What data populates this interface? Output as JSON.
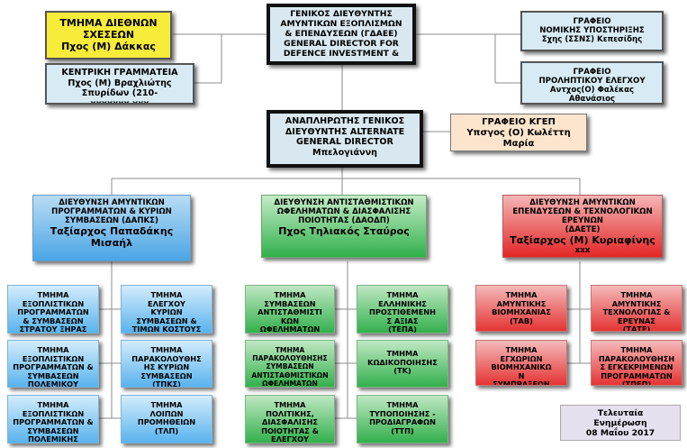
{
  "general_director": {
    "lines": [
      "ΓΕΝΙΚΟΣ ΔΙΕΥΘΥΝΤΗΣ",
      "ΑΜΥΝΤΙΚΩΝ ΕΞΟΠΛΙΣΜΩΝ",
      "& ΕΠΕΝΔΥΣΕΩΝ (ΓΔΑΕΕ)",
      "GENERAL DIRECTOR FOR",
      "DEFENCE INVESTMENT &"
    ]
  },
  "intl_relations": {
    "lines": [
      "ΤΜΗΜΑ ΔΙΕΘΝΩΝ",
      "ΣΧΕΣΕΩΝ",
      "Πχος (Μ) Δάκκας"
    ]
  },
  "central_secretariat": {
    "lines": [
      "ΚΕΝΤΡΙΚΗ ΓΡΑΜΜΑΤΕΙΑ",
      "Πχος (Μ) Βραχλιώτης",
      "Σπυρίδων      (210-",
      "xxxxxxx  xxx"
    ]
  },
  "legal_office": {
    "lines": [
      "ΓΡΑΦΕΙΟ",
      "ΝΟΜΙΚΗΣ ΥΠΟΣΤΗΡΙΞΗΣ",
      "Σχης (ΣΣΝΣ) Κεπεσίδης"
    ]
  },
  "preventive_control": {
    "lines": [
      "ΓΡΑΦΕΙΟ",
      "ΠΡΟΛΗΠΤΙΚΟΥ ΕΛΕΓΧΟΥ",
      "Αντχος(Ο)  Φαλέκας",
      "Αθανάσιος"
    ]
  },
  "alternate_director": {
    "lines": [
      "ΑΝΑΠΛΗΡΩΤΗΣ ΓΕΝΙΚΟΣ",
      "ΔΙΕΥΘΥΝΤΗΣ ALTERNATE",
      "GENERAL DIRECTOR",
      "Μπελογιάννη"
    ]
  },
  "kgep_office": {
    "lines": [
      "ΓΡΑΦΕΙΟ ΚΓΕΠ",
      "Υπσγος (Ο) Κωλέττη",
      "Μαρία"
    ]
  },
  "dapks": {
    "lines": [
      "ΔΙΕΥΘΥΝΣΗ ΑΜΥΝΤΙΚΩΝ",
      "ΠΡΟΓΡΑΜΜΑΤΩΝ & ΚΥΡΙΩΝ",
      "ΣΥΜΒΑΣΕΩΝ (ΔΑΠΚΣ)",
      "Ταξίαρχος Παπαδάκης",
      "Μισαήλ"
    ]
  },
  "daodp": {
    "lines": [
      "ΔΙΕΥΘΥΝΣΗ ΑΝΤΙΣΤΑΘΜΙΣΤΙΚΩΝ",
      "ΩΦΕΛΗΜΑΤΩΝ & ΔΙΑΣΦΑΛΙΣΗΣ",
      "ΠΟΙΟΤΗΤΑΣ (ΔΑΟΔΠ)",
      "Πχος Τηλιακός Σταύρος"
    ]
  },
  "daete": {
    "lines": [
      "ΔΙΕΥΘΥΝΣΗ ΑΜΥΝΤΙΚΩΝ",
      "ΕΠΕΝΔΥΣΕΩΝ & ΤΕΧΝΟΛΟΓΙΚΩΝ",
      "ΕΡΕΥΝΩΝ",
      "(ΔΑΕΤΕ)",
      "Ταξίαρχος (Μ) Κυριαφίνης",
      "xxx"
    ]
  },
  "dapks_sections": [
    {
      "lines": [
        "ΤΜΗΜΑ",
        "ΕΞΟΠΛΙΣΤΙΚΩΝ",
        "ΠΡΟΓΡΑΜΜΑΤΩΝ",
        "& ΣΥΜΒΑΣΕΩΝ",
        "ΣΤΡΑΤΟΥ ΞΗΡΑΣ"
      ]
    },
    {
      "lines": [
        "ΤΜΗΜΑ",
        "ΕΛΕΓΧΟΥ",
        "ΚΥΡΙΩΝ",
        "ΣΥΜΒΑΣΕΩΝ &",
        "ΤΙΜΩΝ ΚΟΣΤΟΥΣ"
      ]
    },
    {
      "lines": [
        "ΤΜΗΜΑ",
        "ΕΞΟΠΛΙΣΤΙΚΩΝ",
        "ΠΡΟΓΡΑΜΜΑΤΩΝ &",
        "ΣΥΜΒΑΣΕΩΝ",
        "ΠΟΛΕΜΙΚΟΥ"
      ]
    },
    {
      "lines": [
        "ΤΜΗΜΑ",
        "ΠΑΡΑΚΟΛΟΥΘΗΣ",
        "ΗΣ ΚΥΡΙΩΝ",
        "ΣΥΜΒΑΣΕΩΝ",
        "(ΤΠΚΣ)"
      ]
    },
    {
      "lines": [
        "ΤΜΗΜΑ",
        "ΕΞΟΠΛΙΣΤΙΚΩΝ",
        "ΠΡΟΓΡΑΜΜΑΤΩΝ &",
        "ΣΥΜΒΑΣΕΩΝ",
        "ΠΟΛΕΜΙΚΗΣ"
      ]
    },
    {
      "lines": [
        "ΤΜΗΜΑ",
        "ΛΟΙΠΩΝ",
        "ΠΡΟΜΗΘΕΙΩΝ",
        "(ΤΛΠ)"
      ]
    }
  ],
  "daodp_sections": [
    {
      "lines": [
        "ΤΜΗΜΑ",
        "ΣΥΜΒΑΣΕΩΝ",
        "ΑΝΤΙΣΤΑΘΜΙΣΤΙ",
        "ΚΩΝ",
        "ΩΦΕΛΗΜΑΤΩΝ"
      ]
    },
    {
      "lines": [
        "ΤΜΗΜΑ",
        "ΕΛΛΗΝΙΚΗΣ",
        "ΠΡΟΣΤΙΘΕΜΕΝΗ",
        "Σ ΑΞΙΑΣ",
        "(ΤΕΠΑ)"
      ]
    },
    {
      "lines": [
        "ΤΜΗΜΑ",
        "ΠΑΡΑΚΟΛΟΥΘΗΣΗΣ",
        "ΣΥΜΒΑΣΕΩΝ",
        "ΑΝΤΙΣΤΑΘΜΙΣΤΙΚΩΝ",
        "ΩΦΕΛΗΜΑΤΩΝ (ΤΠΣΑΩ)"
      ]
    },
    {
      "lines": [
        "ΤΜΗΜΑ",
        "ΚΩΔΙΚΟΠΟΙΗΣΗΣ",
        "(ΤΚ)"
      ]
    },
    {
      "lines": [
        "ΤΜΗΜΑ",
        "ΠΟΛΙΤΙΚΗΣ,",
        "ΔΙΑΣΦΑΛΙΣΗΣ",
        "ΠΟΙΟΤΗΤΑΣ &",
        "ΕΛΕΓΧΟΥ"
      ]
    },
    {
      "lines": [
        "ΤΜΗΜΑ",
        "ΤΥΠΟΠΟΙΗΣΗΣ -",
        "ΠΡΟΔΙΑΓΡΑΦΩΝ",
        "(ΤΤΠ)"
      ]
    }
  ],
  "daete_sections": [
    {
      "lines": [
        "ΤΜΗΜΑ",
        "ΑΜΥΝΤΙΚΗΣ",
        "ΒΙΟΜΗΧΑΝΙΑΣ",
        "(ΤΑΒ)"
      ]
    },
    {
      "lines": [
        "ΤΜΗΜΑ",
        "ΑΜΥΝΤΙΚΗΣ",
        "ΤΕΧΝΟΛΟΓΙΑΣ &",
        "ΕΡΕΥΝΑΣ",
        "(ΤΑΤΕ)"
      ]
    },
    {
      "lines": [
        "ΤΜΗΜΑ",
        "ΕΓΧΩΡΙΩΝ",
        "ΒΙΟΜΗΧΑΝΙΚΩ",
        "Ν",
        "ΣΥΜΠΡΑΞΕΩΝ"
      ]
    },
    {
      "lines": [
        "ΤΜΗΜΑ",
        "ΠΑΡΑΚΟΛΟΥΘΗΣΗ",
        "Σ ΕΓΚΕΚΡΙΜΕΝΩΝ",
        "ΠΡΟΓΡΑΜΜΑΤΩΝ",
        "(ΤΠΕΠ)"
      ]
    }
  ],
  "last_update": {
    "lines": [
      "Τελευταία",
      "Ενημέρωση",
      "08 Μαΐου 2017"
    ]
  },
  "colors": {
    "blue": "#4aa6e6",
    "green": "#30b04a",
    "red": "#e32626",
    "yellow": "#f7ec3a",
    "connector": "#8c8c8c"
  }
}
